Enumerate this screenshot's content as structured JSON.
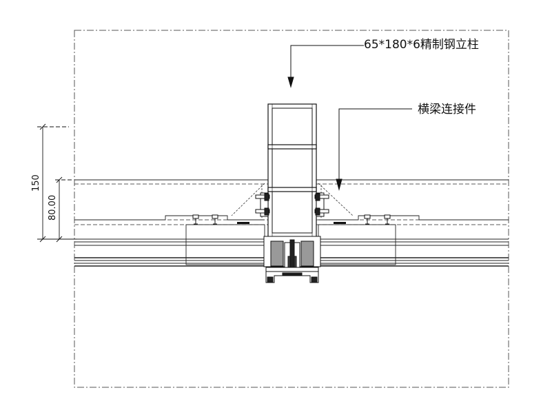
{
  "callouts": {
    "mullion": "65*180*6精制钢立柱",
    "connector": "横梁连接件"
  },
  "dimensions": {
    "outer": "150",
    "inner": "80.00"
  }
}
